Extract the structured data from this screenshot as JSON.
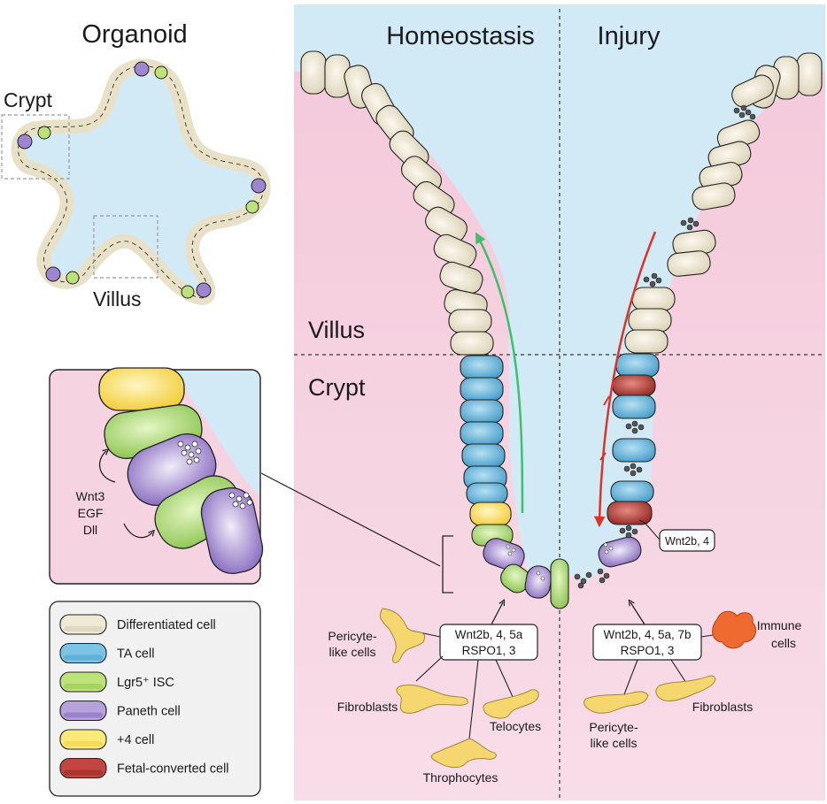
{
  "panels": {
    "organoid": {
      "title": "Organoid",
      "crypt_label": "Crypt",
      "villus_label": "Villus"
    },
    "homeostasis": {
      "title": "Homeostasis"
    },
    "injury": {
      "title": "Injury"
    },
    "regions": {
      "villus": "Villus",
      "crypt": "Crypt"
    }
  },
  "inset": {
    "signals": [
      "Wnt3",
      "EGF",
      "Dll"
    ]
  },
  "legend": [
    {
      "label": "Differentiated cell",
      "color": "#efe9d6",
      "shade": "#cfc6aa"
    },
    {
      "label": "TA cell",
      "color": "#7cc4e6",
      "shade": "#3f98c6"
    },
    {
      "label": "Lgr5⁺ ISC",
      "color": "#bde27a",
      "shade": "#86c24a"
    },
    {
      "label": "Paneth cell",
      "color": "#b6a2da",
      "shade": "#7a5bb8"
    },
    {
      "label": "+4 cell",
      "color": "#fbe97a",
      "shade": "#f0c92a"
    },
    {
      "label": "Fetal-converted cell",
      "color": "#c2453f",
      "shade": "#8e201c"
    }
  ],
  "homeostasis_niche": {
    "factors": [
      "Wnt2b, 4, 5a",
      "RSPO1, 3"
    ],
    "cells": {
      "pericyte": [
        "Pericyte-",
        "like cells"
      ],
      "fibroblasts": "Fibroblasts",
      "telocytes": "Telocytes",
      "trophocytes": "Throphocytes"
    }
  },
  "injury_niche": {
    "factors": [
      "Wnt2b, 4, 5a, 7b",
      "RSPO1, 3"
    ],
    "crypt_factor": "Wnt2b, 4",
    "cells": {
      "immune": [
        "Immune",
        "cells"
      ],
      "pericyte": [
        "Pericyte-",
        "like cells"
      ],
      "fibroblasts": "Fibroblasts"
    }
  },
  "colors": {
    "lumen": "#cfe8f4",
    "stroma": "#f6d3e1",
    "arrow_homeostasis": "#3fbf6e",
    "arrow_injury": "#d9352b",
    "stromal_cell": "#f6d66e",
    "immune_cell": "#ee6a30"
  }
}
